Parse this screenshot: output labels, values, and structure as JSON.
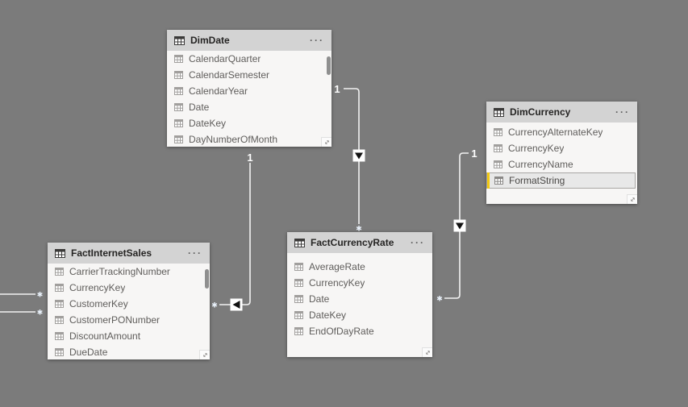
{
  "app": {
    "view": "Power BI model diagram",
    "background_color": "#7b7b7b",
    "accent_selected_bar": "#f2c811",
    "line_color": "#f2f2f2",
    "header_bg": "#d3d3d3",
    "body_bg": "#f7f6f5"
  },
  "ui": {
    "menu_icon": "···"
  },
  "tables": {
    "dim_date": {
      "title": "DimDate",
      "fields": [
        "CalendarQuarter",
        "CalendarSemester",
        "CalendarYear",
        "Date",
        "DateKey",
        "DayNumberOfMonth"
      ]
    },
    "dim_currency": {
      "title": "DimCurrency",
      "fields": [
        "CurrencyAlternateKey",
        "CurrencyKey",
        "CurrencyName",
        "FormatString"
      ],
      "selected_field": "FormatString"
    },
    "fact_internet_sales": {
      "title": "FactInternetSales",
      "fields": [
        "CarrierTrackingNumber",
        "CurrencyKey",
        "CustomerKey",
        "CustomerPONumber",
        "DiscountAmount",
        "DueDate"
      ]
    },
    "fact_currency_rate": {
      "title": "FactCurrencyRate",
      "fields": [
        "AverageRate",
        "CurrencyKey",
        "Date",
        "DateKey",
        "EndOfDayRate"
      ]
    }
  },
  "relationships": [
    {
      "name": "dimdate-to-factinternetsales",
      "one": "1",
      "many": "✱",
      "arrow": "left"
    },
    {
      "name": "dimdate-to-factcurrencyrate",
      "one": "1",
      "many": "✱",
      "arrow": "down"
    },
    {
      "name": "dimcurrency-to-factcurrencyrate",
      "one": "1",
      "many": "✱",
      "arrow": "down"
    },
    {
      "name": "offscreen-to-factinternetsales-a",
      "many": "✱"
    },
    {
      "name": "offscreen-to-factinternetsales-b",
      "many": "✱"
    }
  ]
}
